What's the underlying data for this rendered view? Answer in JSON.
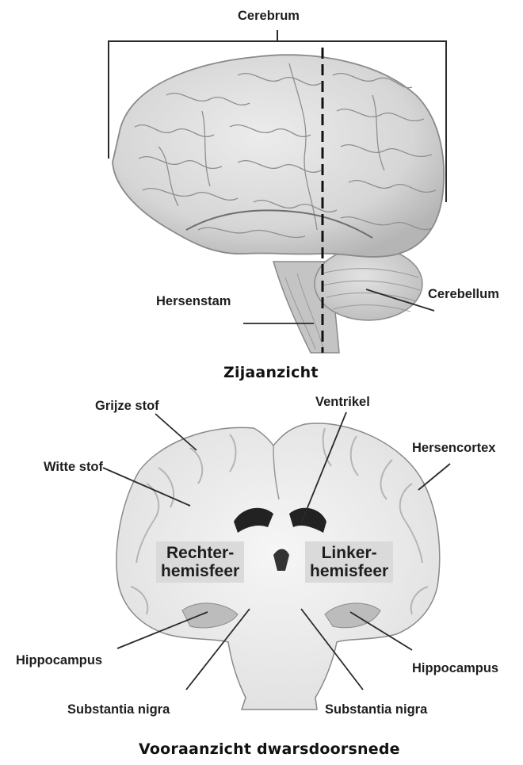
{
  "side_view": {
    "top_label": "Cerebrum",
    "brainstem_label": "Hersenstam",
    "cerebellum_label": "Cerebellum",
    "caption": "Zijaanzicht"
  },
  "section_view": {
    "grey_matter_label": "Grijze stof",
    "ventricle_label": "Ventrikel",
    "cortex_label": "Hersencortex",
    "white_matter_label": "Witte stof",
    "right_hemisphere": {
      "line1": "Rechter-",
      "line2": "hemisfeer"
    },
    "left_hemisphere": {
      "line1": "Linker-",
      "line2": "hemisfeer"
    },
    "hippocampus_left_label": "Hippocampus",
    "hippocampus_right_label": "Hippocampus",
    "substantia_nigra_left_label": "Substantia nigra",
    "substantia_nigra_right_label": "Substantia nigra",
    "caption": "Vooraanzicht dwarsdoorsnede"
  }
}
